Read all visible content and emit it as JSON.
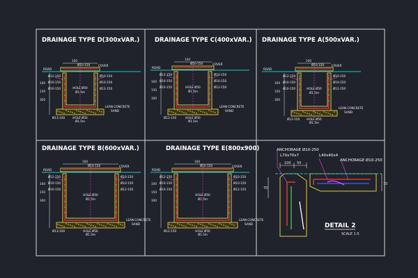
{
  "sheet": {
    "background": "#20232b",
    "frame_color": "#d8d8d8",
    "title_color": "#ffffff",
    "colors": {
      "concrete": "#d9c84a",
      "rebar": "#ff3a3a",
      "dimension": "#e8e8e8",
      "ground": "#19c7c7",
      "hatch": "#f0e050",
      "magenta": "#ff40ff",
      "green": "#33dd33",
      "blue": "#4060ff"
    }
  },
  "panels": [
    {
      "id": "d",
      "title": "DRAINAGE TYPE D(300xVAR.)",
      "labels": {
        "top_dim": "100",
        "cover": "COVER",
        "road": "ROAD",
        "top_bar": "Ø10-150",
        "left_bars": [
          "Ø12-150",
          "Ø10-150",
          "Ø10-150"
        ],
        "right_bars": [
          "Ø10-150",
          "Ø10-150",
          "Ø12-150"
        ],
        "hole": "HOLE Ø50",
        "hole_spacing": "Ø1.5m",
        "lean": "LEAN CONCRETE",
        "sand": "SAND",
        "bottom_bar": "Ø13-100",
        "side_dims": [
          "100",
          "150",
          "300"
        ],
        "base_hole": "HOLE Ø50",
        "base_spacing": "Ø1.5m"
      }
    },
    {
      "id": "c",
      "title": "DRAINAGE TYPE C(400xVAR.)",
      "labels": {
        "top_dim": "100",
        "cover": "COVER",
        "road": "ROAD",
        "top_bar": "Ø10-150",
        "left_bars": [
          "Ø12-150",
          "Ø10-150",
          "Ø10-150"
        ],
        "right_bars": [
          "Ø10-150",
          "Ø10-150",
          "Ø12-150"
        ],
        "hole": "HOLE Ø50",
        "hole_spacing": "Ø1.5m",
        "lean": "LEAN CONCRETE",
        "sand": "SAND",
        "bottom_bar": "Ø12-150",
        "side_dims": [
          "100",
          "150",
          "300"
        ],
        "base_hole": "HOLE Ø50",
        "base_spacing": "Ø1.5m"
      }
    },
    {
      "id": "a",
      "title": "DRAINAGE TYPE A(500xVAR.)",
      "labels": {
        "top_dim": "100",
        "cover": "COVER",
        "road": "ROAD",
        "top_bar": "Ø10-150",
        "left_bars": [
          "Ø12-150",
          "Ø10-150",
          "Ø10-150"
        ],
        "right_bars": [
          "Ø10-150",
          "Ø10-150",
          "Ø12-150"
        ],
        "hole": "HOLE Ø50",
        "hole_spacing": "Ø1.5m",
        "lean": "LEAN CONCRETE",
        "sand": "SAND",
        "bottom_bar": "Ø12-150",
        "side_dims": [
          "100",
          "150",
          "300"
        ],
        "base_hole": "HOLE Ø50",
        "base_spacing": "Ø1.5m"
      }
    },
    {
      "id": "b",
      "title": "DRAINAGE TYPE B(600xVAR.)",
      "labels": {
        "top_dim": "100",
        "cover": "COVER",
        "road": "ROAD",
        "top_bar": "Ø10-150",
        "left_bars": [
          "Ø12-150",
          "Ø10-150",
          "Ø10-150"
        ],
        "right_bars": [
          "Ø10-150",
          "Ø10-150",
          "Ø12-150"
        ],
        "hole": "HOLE Ø50",
        "hole_spacing": "Ø1.5m",
        "lean": "LEAN CONCRETE",
        "sand": "SAND",
        "bottom_bar": "Ø13-100",
        "side_dims": [
          "100",
          "150",
          "300"
        ],
        "base_hole": "HOLE Ø50",
        "base_spacing": "Ø1.5m"
      }
    },
    {
      "id": "e",
      "title": "DRAINAGE TYPE E(800x900)",
      "labels": {
        "top_dim": "100",
        "cover": "COVER",
        "road": "ROAD",
        "top_bar": "Ø10-150",
        "left_bars": [
          "Ø12-150",
          "Ø10-150",
          "Ø10-150"
        ],
        "right_bars": [
          "Ø10-150",
          "Ø10-150",
          "Ø12-150"
        ],
        "hole": "HOLE Ø50",
        "hole_spacing": "Ø1.5m",
        "lean": "LEAN CONCRETE",
        "sand": "SAND",
        "bottom_bar": "Ø12-150",
        "side_dims": [
          "100",
          "150",
          "300"
        ],
        "base_hole": "HOLE Ø50",
        "base_spacing": "Ø1.5m"
      }
    }
  ],
  "detail": {
    "title": "DETAIL 2",
    "scale": "SCALE 1:5",
    "anchorage_left": "ANCHORAGE Ø10-250",
    "angle_left": "L70x70x7",
    "angle_right": "L40x40x4",
    "anchorage_right": "ANCHORAGE Ø10-250",
    "dim_a": "100",
    "dim_b": "50",
    "dim_right": "70",
    "dim_left": "70"
  }
}
